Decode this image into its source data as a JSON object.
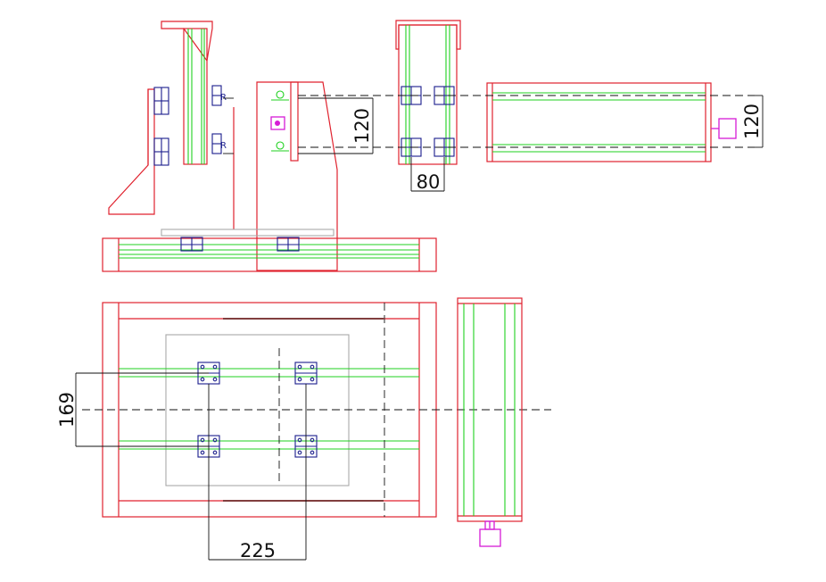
{
  "colors": {
    "frame": "#e0222e",
    "rail": "#1fd11f",
    "block": "#1a1d8c",
    "dimension": "#111111",
    "table": "#a8a8a8",
    "motor": "#d61bd6"
  },
  "dimensions": {
    "side_vertical": "120",
    "end_width": "80",
    "end_vertical": "120",
    "plan_vertical": "169",
    "plan_horizontal": "225"
  }
}
